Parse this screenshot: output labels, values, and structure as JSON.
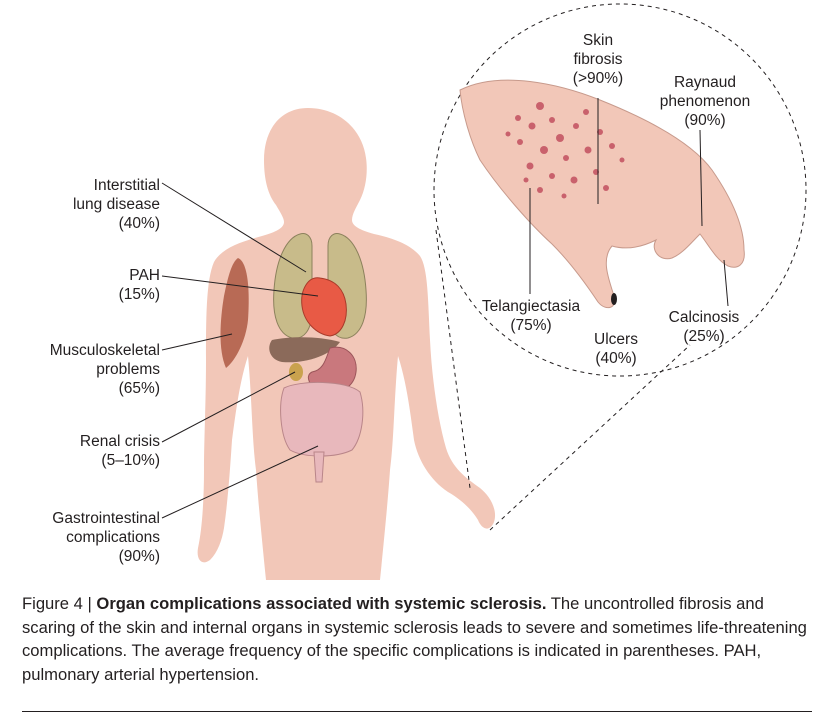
{
  "labels": {
    "ild": [
      "Interstitial",
      "lung disease",
      "(40%)"
    ],
    "pah": [
      "PAH",
      "(15%)"
    ],
    "msk": [
      "Musculoskeletal",
      "problems",
      "(65%)"
    ],
    "renal": [
      "Renal crisis",
      "(5–10%)"
    ],
    "gi": [
      "Gastrointestinal",
      "complications",
      "(90%)"
    ],
    "skin": [
      "Skin",
      "fibrosis",
      "(>90%)"
    ],
    "raynaud": [
      "Raynaud",
      "phenomenon",
      "(90%)"
    ],
    "tel": [
      "Telangiectasia",
      "(75%)"
    ],
    "ulcers": [
      "Ulcers",
      "(40%)"
    ],
    "calc": [
      "Calcinosis",
      "(25%)"
    ]
  },
  "caption": {
    "prefix": "Figure 4 | ",
    "title": "Organ complications associated with systemic sclerosis.",
    "body": "  The uncontrolled fibrosis and scaring of the skin and internal organs in systemic sclerosis leads to severe and sometimes life-threatening complications. The average frequency of the specific complications is indicated in parentheses. PAH, pulmonary arterial hypertension."
  },
  "colors": {
    "skin": "#f2c7b8",
    "skin_dark": "#d9a595",
    "lung": "#c8bb8a",
    "heart": "#e85a45",
    "liver": "#8b6a5a",
    "stomach": "#c9787d",
    "intestine": "#e8b8bc",
    "muscle": "#b86a55",
    "spot": "#c9616c"
  }
}
